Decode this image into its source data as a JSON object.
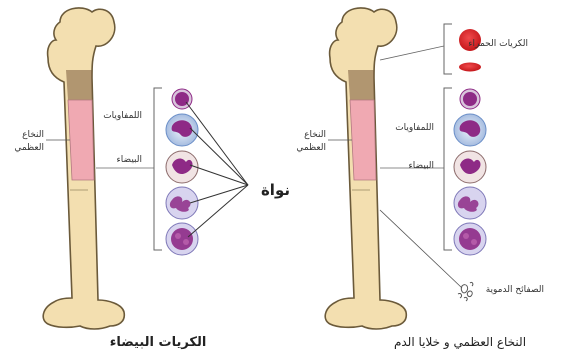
{
  "top_text": "",
  "left_diagram": {
    "caption": "الكريات البيضاء",
    "marrow_label_line1": "النخاع",
    "marrow_label_line2": "العظمي",
    "label_lymphocytes": "اللمفاويات",
    "label_nucleated": "البيضاء",
    "nucleus_label": "نواة"
  },
  "right_diagram": {
    "caption": "النخاع العظمي و خلايا الدم",
    "marrow_label_line1": "النخاع",
    "marrow_label_line2": "العظمي",
    "label_red_cells": "الكريات الحمراء",
    "label_lymphocytes": "اللمفاويات",
    "label_nucleated": "البيضاء",
    "label_platelets": "الصفائح الدموية"
  },
  "colors": {
    "bone": "#f3dfb0",
    "bone_outline": "#6b5a3a",
    "marrow": "#f0a9b2",
    "red_cell": "#d7191c",
    "cell_purple": "#8e2a86",
    "cell_ring": "#6b8fc8"
  }
}
